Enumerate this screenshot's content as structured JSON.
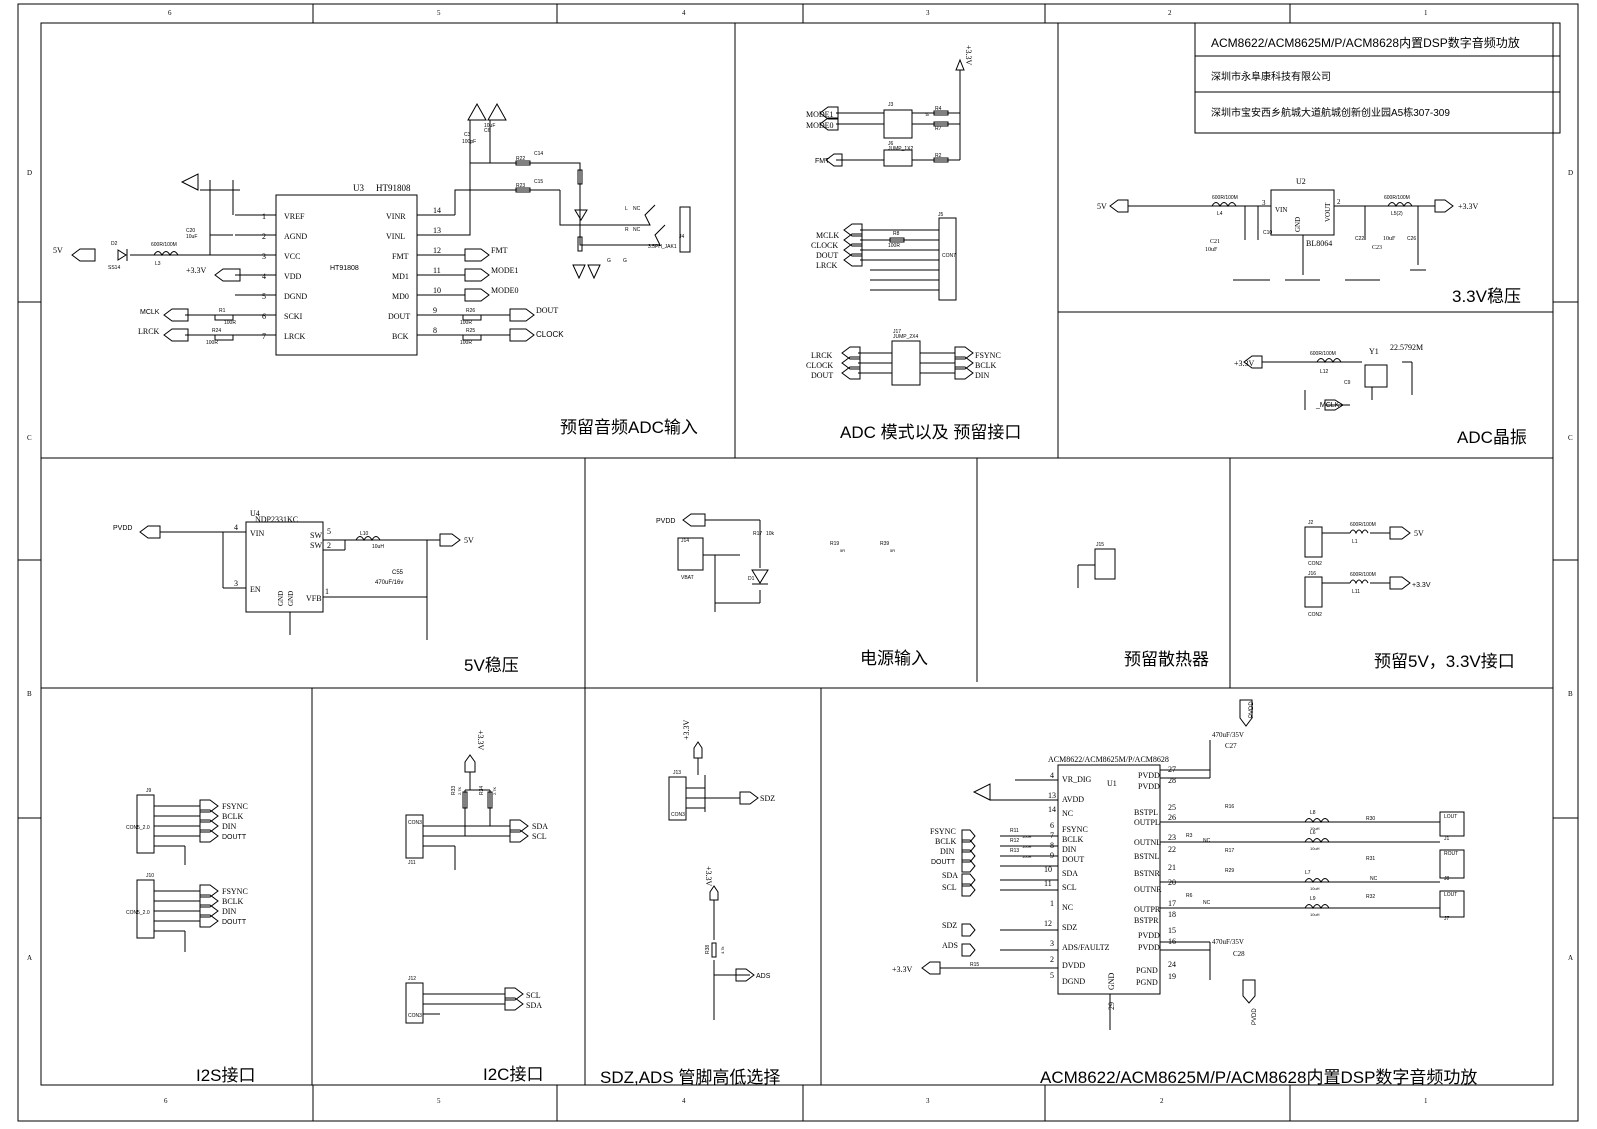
{
  "frame": {
    "top_cols": [
      "6",
      "5",
      "4",
      "3",
      "2",
      "1"
    ],
    "bottom_cols": [
      "6",
      "5",
      "4",
      "3",
      "2",
      "1"
    ],
    "rows": [
      "D",
      "C",
      "B",
      "A"
    ]
  },
  "title_block": {
    "line1": "ACM8622/ACM8625M/P/ACM8628内置DSP数字音频功放",
    "line2": "深圳市永阜康科技有限公司",
    "line3": "深圳市宝安西乡航城大道航城创新创业园A5栋307-309"
  },
  "sections": {
    "adc_input": "预留音频ADC输入",
    "adc_mode": "ADC 模式以及 预留接口",
    "reg33": "3.3V稳压",
    "adc_xtal": "ADC晶振",
    "reg5v": "5V稳压",
    "power_in": "电源输入",
    "heatsink": "预留散热器",
    "io5v33": "预留5V，3.3V接口",
    "i2s": "I2S接口",
    "i2c": "I2C接口",
    "sdz_ads": "SDZ,ADS 管脚高低选择",
    "amp": "ACM8622/ACM8625M/P/ACM8628内置DSP数字音频功放"
  },
  "adc": {
    "chip_ref": "U3",
    "chip_part": "HT91808",
    "chip_center": "HT91808",
    "left_pins": [
      {
        "num": "1",
        "name": "VREF"
      },
      {
        "num": "2",
        "name": "AGND"
      },
      {
        "num": "3",
        "name": "VCC"
      },
      {
        "num": "4",
        "name": "VDD"
      },
      {
        "num": "5",
        "name": "DGND"
      },
      {
        "num": "6",
        "name": "SCKI"
      },
      {
        "num": "7",
        "name": "LRCK"
      }
    ],
    "right_pins": [
      {
        "num": "14",
        "name": "VINR"
      },
      {
        "num": "13",
        "name": "VINL"
      },
      {
        "num": "12",
        "name": "FMT"
      },
      {
        "num": "11",
        "name": "MD1"
      },
      {
        "num": "10",
        "name": "MD0"
      },
      {
        "num": "9",
        "name": "DOUT"
      },
      {
        "num": "8",
        "name": "BCK"
      }
    ],
    "right_nets": [
      "FMT",
      "MODE1",
      "MODE0",
      "DOUT",
      "CLOCK"
    ],
    "left_nets": {
      "v5": "5V",
      "v33": "+3.3V",
      "mclk": "MCLK",
      "lrck": "LRCK"
    },
    "parts": {
      "d2": "D2",
      "d2v": "SS14",
      "l3": "L3",
      "l3v": "600R/100M",
      "c20": "C20",
      "c20v": "10uF",
      "r1": "R1",
      "r1v": "100R",
      "r24": "R24",
      "r24v": "100R",
      "r26": "R26",
      "r26v": "100R",
      "r25": "R25",
      "r25v": "100R",
      "r22": "R22",
      "r23": "R23",
      "c14": "C14",
      "c15": "C15",
      "c3": "C3",
      "c3v": "100pF",
      "c6": "C6",
      "c6v": "10uF",
      "j4": "J4",
      "j4v": "3.5PH_JAK1",
      "lnc": "L",
      "rnc": "R",
      "nc": "NC",
      "g": "G"
    }
  },
  "mode": {
    "mode1": "MODE1",
    "mode0": "MODE0",
    "fmt": "FMT",
    "v33": "+3.3V",
    "j3": "J3",
    "j6": "J6",
    "j6v": "JUMP_1X2",
    "r4": "R4",
    "r7": "R7",
    "r2": "R2",
    "rv": "1k",
    "j5": "J5",
    "j5v": "CON7",
    "r8": "R8",
    "r8v": "100R",
    "con_nets": [
      "MCLK",
      "CLOCK",
      "DOUT",
      "LRCK"
    ],
    "j17": "J17",
    "j17v": "JUMP_2X4",
    "left": [
      "LRCK",
      "CLOCK",
      "DOUT"
    ],
    "right": [
      "FSYNC",
      "BCLK",
      "DIN"
    ]
  },
  "reg33": {
    "v5": "5V",
    "v33": "+3.3V",
    "u2": "U2",
    "part": "BL8064",
    "vin": "VIN",
    "gnd": "GND",
    "vout": "VOUT",
    "l4": "L4",
    "l4v": "600R/100M",
    "l5": "L5(2)",
    "l5v": "600R/100M",
    "c21": "C21",
    "c21v": "10uF",
    "c22": "C22",
    "c23": "C23",
    "c23v": "10uF",
    "c10": "C10",
    "c26": "C26",
    "p3": "3",
    "p2": "2"
  },
  "xtal": {
    "v33": "+3.3V",
    "y1": "Y1",
    "freq": "22.5792M",
    "l12": "L12",
    "l12v": "600R/100M",
    "mclk": "_MCLK",
    "c9": "C9"
  },
  "reg5v": {
    "pvdd": "PVDD",
    "v5": "5V",
    "u4": "U4",
    "part": "NDP2331KC",
    "vin": "VIN",
    "en": "EN",
    "sw": "SW",
    "sw2": "SW",
    "vfb": "VFB",
    "gnd1": "GND",
    "gnd2": "GND",
    "l10": "L10",
    "l10v": "10uH",
    "c55": "C55",
    "c55v": "470uF/16v",
    "p4": "4",
    "p3": "3",
    "p5": "5",
    "p2": "2",
    "p1": "1"
  },
  "power": {
    "pvdd": "PVDD",
    "j14": "J14",
    "vbat": "VBAT",
    "r17": "R17",
    "r17v": "10k",
    "d1": "D1",
    "r19": "R19",
    "r39": "R39",
    "rv": "5R"
  },
  "heat": {
    "j15": "J15"
  },
  "io": {
    "j2": "J2",
    "j16": "J16",
    "con2": "CON2",
    "l1": "L1",
    "l11": "L11",
    "lv": "600R/100M",
    "v5": "5V",
    "v33": "+3.3V"
  },
  "i2s": {
    "j9": "J9",
    "j10": "J10",
    "con": "CON5_2.0",
    "nets": [
      "FSYNC",
      "BCLK",
      "DIN",
      "DOUTT"
    ]
  },
  "i2c": {
    "v33": "+3.3V",
    "j11": "J11",
    "con": "CON3",
    "r33": "R33",
    "r34": "R34",
    "rv": "2.7K",
    "nets": [
      "SDA",
      "SCL"
    ],
    "j12": "J12",
    "con2": "CON3",
    "nets2": [
      "SCL",
      "SDA"
    ]
  },
  "sdz": {
    "v33a": "+3.3V",
    "v33b": "+3.3V",
    "j13": "J13",
    "con": "CON3",
    "sdz": "SDZ",
    "ads": "ADS",
    "r38": "R38",
    "r38v": "4.7k"
  },
  "amp": {
    "u1": "U1",
    "part": "ACM8622/ACM8625M/P/ACM8628",
    "left_pins": [
      {
        "num": "4",
        "name": "VR_DIG"
      },
      {
        "num": "13",
        "name": "AVDD"
      },
      {
        "num": "14",
        "name": "NC"
      },
      {
        "num": "6",
        "name": "FSYNC"
      },
      {
        "num": "7",
        "name": "BCLK"
      },
      {
        "num": "8",
        "name": "DIN"
      },
      {
        "num": "9",
        "name": "DOUT"
      },
      {
        "num": "10",
        "name": "SDA"
      },
      {
        "num": "11",
        "name": "SCL"
      },
      {
        "num": "1",
        "name": "NC"
      },
      {
        "num": "12",
        "name": "SDZ"
      },
      {
        "num": "3",
        "name": "ADS/FAULTZ"
      },
      {
        "num": "2",
        "name": "DVDD"
      },
      {
        "num": "5",
        "name": "DGND"
      }
    ],
    "right_pins": [
      {
        "num": "27",
        "name": "PVDD"
      },
      {
        "num": "28",
        "name": "PVDD"
      },
      {
        "num": "25",
        "name": "BSTPL"
      },
      {
        "num": "26",
        "name": "OUTPL"
      },
      {
        "num": "23",
        "name": "OUTNL"
      },
      {
        "num": "22",
        "name": "BSTNL"
      },
      {
        "num": "21",
        "name": "BSTNR"
      },
      {
        "num": "20",
        "name": "OUTNR"
      },
      {
        "num": "17",
        "name": "OUTPR"
      },
      {
        "num": "18",
        "name": "BSTPR"
      },
      {
        "num": "15",
        "name": "PVDD"
      },
      {
        "num": "16",
        "name": "PVDD"
      },
      {
        "num": "24",
        "name": "PGND"
      },
      {
        "num": "19",
        "name": "PGND"
      }
    ],
    "left_nets": [
      "FSYNC",
      "BCLK",
      "DIN",
      "DOUTT",
      "SDA",
      "SCL",
      "SDZ",
      "ADS"
    ],
    "v33": "+3.3V",
    "pvdd": "PVDD",
    "gnd": "GND",
    "p29": "29",
    "cap_top": "470uF/35V",
    "c27": "C27",
    "cap_bot": "470uF/35V",
    "c28": "C28",
    "outs": [
      {
        "ref": "J1",
        "name": "LOUT"
      },
      {
        "ref": "J8",
        "name": "ROUT"
      },
      {
        "ref": "J7",
        "name": "LOUT"
      }
    ],
    "l_labels": [
      "L8",
      "L6",
      "L7",
      "L9"
    ],
    "lv": "10uH",
    "r_labels": [
      "R16",
      "R3",
      "R17",
      "R29",
      "R6",
      "R30"
    ],
    "r_out": [
      "R30",
      "R31",
      "R32"
    ],
    "nc": "NC",
    "r15": "R15",
    "r11": "R11",
    "r12": "R12",
    "r13": "R13",
    "rv": "100R"
  }
}
